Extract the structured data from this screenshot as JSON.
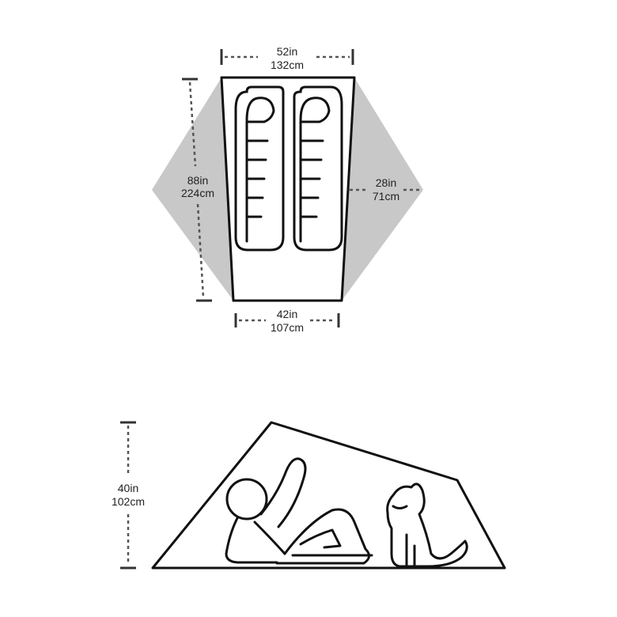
{
  "floor_plan": {
    "top_width": {
      "imperial": "52in",
      "metric": "132cm"
    },
    "length": {
      "imperial": "88in",
      "metric": "224cm"
    },
    "vestibule_depth": {
      "imperial": "28in",
      "metric": "71cm"
    },
    "bottom_width": {
      "imperial": "42in",
      "metric": "107cm"
    }
  },
  "side_profile": {
    "peak_height": {
      "imperial": "40in",
      "metric": "102cm"
    }
  },
  "colors": {
    "vestibule": "#c8c8c8",
    "outline": "#111111",
    "dimension_line": "#555555"
  }
}
